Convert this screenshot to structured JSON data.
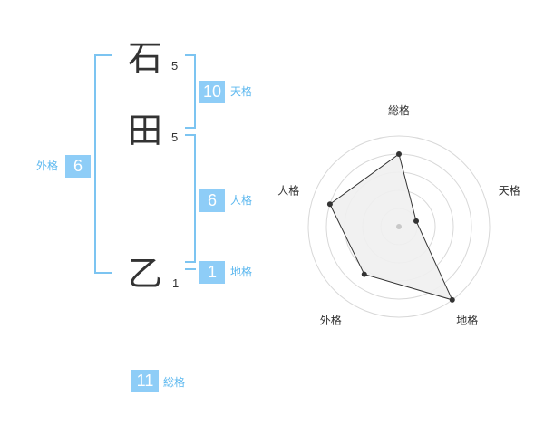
{
  "name": {
    "chars": [
      {
        "char": "石",
        "strokes": "5"
      },
      {
        "char": "田",
        "strokes": "5"
      },
      {
        "char": "乙",
        "strokes": "1"
      }
    ]
  },
  "grades": {
    "tenkaku": {
      "value": "10",
      "label": "天格"
    },
    "jinkaku": {
      "value": "6",
      "label": "人格"
    },
    "chikaku": {
      "value": "1",
      "label": "地格"
    },
    "gaikaku": {
      "value": "6",
      "label": "外格"
    },
    "soukaku": {
      "value": "11",
      "label": "総格"
    }
  },
  "colors": {
    "accent": "#8ecdf7",
    "accent_text": "#5ab7ef",
    "bracket": "#7cc4f1",
    "radar_fill": "#efefef",
    "radar_line": "#333333"
  },
  "chart_data": {
    "type": "radar",
    "axes": [
      "総格",
      "天格",
      "地格",
      "外格",
      "人格"
    ],
    "values": [
      0.8,
      0.2,
      1.0,
      0.65,
      0.8
    ],
    "rings": 5,
    "range": [
      0,
      1
    ]
  }
}
